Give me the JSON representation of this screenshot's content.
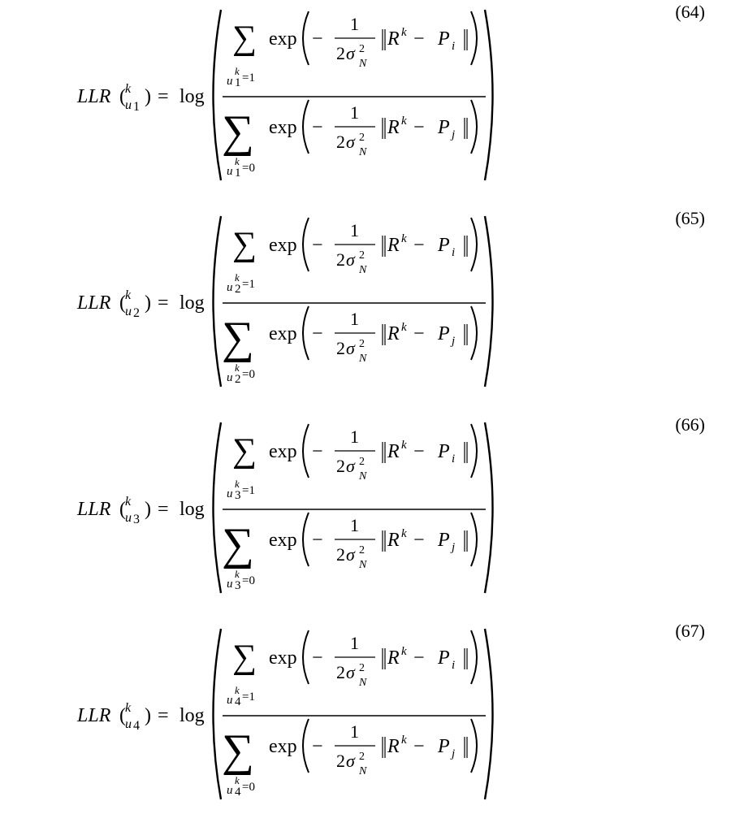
{
  "equations": [
    {
      "number": "(64)",
      "lhs_function": "LLR",
      "lhs_open": "(",
      "lhs_var": "u",
      "lhs_superscript": "k",
      "lhs_subscript": "1",
      "lhs_close": ")",
      "equals": "=",
      "log": "log",
      "numerator": {
        "sum_limit_var": "u",
        "sum_limit_sup": "k",
        "sum_limit_sub": "1",
        "sum_limit_value": "=1",
        "exp": "exp",
        "minus": "−",
        "frac_num": "1",
        "frac_den_coef": "2",
        "frac_den_sigma": "σ",
        "frac_den_sup": "2",
        "frac_den_sub": "N",
        "norm_R": "R",
        "norm_R_sup": "k",
        "norm_minus": "−",
        "norm_P": "P",
        "norm_P_sub": "i"
      },
      "denominator": {
        "sum_limit_var": "u",
        "sum_limit_sup": "k",
        "sum_limit_sub": "1",
        "sum_limit_value": "=0",
        "exp": "exp",
        "minus": "−",
        "frac_num": "1",
        "frac_den_coef": "2",
        "frac_den_sigma": "σ",
        "frac_den_sup": "2",
        "frac_den_sub": "N",
        "norm_R": "R",
        "norm_R_sup": "k",
        "norm_minus": "−",
        "norm_P": "P",
        "norm_P_sub": "j"
      }
    },
    {
      "number": "(65)",
      "lhs_function": "LLR",
      "lhs_open": "(",
      "lhs_var": "u",
      "lhs_superscript": "k",
      "lhs_subscript": "2",
      "lhs_close": ")",
      "equals": "=",
      "log": "log",
      "numerator": {
        "sum_limit_var": "u",
        "sum_limit_sup": "k",
        "sum_limit_sub": "2",
        "sum_limit_value": "=1",
        "exp": "exp",
        "minus": "−",
        "frac_num": "1",
        "frac_den_coef": "2",
        "frac_den_sigma": "σ",
        "frac_den_sup": "2",
        "frac_den_sub": "N",
        "norm_R": "R",
        "norm_R_sup": "k",
        "norm_minus": "−",
        "norm_P": "P",
        "norm_P_sub": "i"
      },
      "denominator": {
        "sum_limit_var": "u",
        "sum_limit_sup": "k",
        "sum_limit_sub": "2",
        "sum_limit_value": "=0",
        "exp": "exp",
        "minus": "−",
        "frac_num": "1",
        "frac_den_coef": "2",
        "frac_den_sigma": "σ",
        "frac_den_sup": "2",
        "frac_den_sub": "N",
        "norm_R": "R",
        "norm_R_sup": "k",
        "norm_minus": "−",
        "norm_P": "P",
        "norm_P_sub": "j"
      }
    },
    {
      "number": "(66)",
      "lhs_function": "LLR",
      "lhs_open": "(",
      "lhs_var": "u",
      "lhs_superscript": "k",
      "lhs_subscript": "3",
      "lhs_close": ")",
      "equals": "=",
      "log": "log",
      "numerator": {
        "sum_limit_var": "u",
        "sum_limit_sup": "k",
        "sum_limit_sub": "3",
        "sum_limit_value": "=1",
        "exp": "exp",
        "minus": "−",
        "frac_num": "1",
        "frac_den_coef": "2",
        "frac_den_sigma": "σ",
        "frac_den_sup": "2",
        "frac_den_sub": "N",
        "norm_R": "R",
        "norm_R_sup": "k",
        "norm_minus": "−",
        "norm_P": "P",
        "norm_P_sub": "i"
      },
      "denominator": {
        "sum_limit_var": "u",
        "sum_limit_sup": "k",
        "sum_limit_sub": "3",
        "sum_limit_value": "=0",
        "exp": "exp",
        "minus": "−",
        "frac_num": "1",
        "frac_den_coef": "2",
        "frac_den_sigma": "σ",
        "frac_den_sup": "2",
        "frac_den_sub": "N",
        "norm_R": "R",
        "norm_R_sup": "k",
        "norm_minus": "−",
        "norm_P": "P",
        "norm_P_sub": "j"
      }
    },
    {
      "number": "(67)",
      "lhs_function": "LLR",
      "lhs_open": "(",
      "lhs_var": "u",
      "lhs_superscript": "k",
      "lhs_subscript": "4",
      "lhs_close": ")",
      "equals": "=",
      "log": "log",
      "numerator": {
        "sum_limit_var": "u",
        "sum_limit_sup": "k",
        "sum_limit_sub": "4",
        "sum_limit_value": "=1",
        "exp": "exp",
        "minus": "−",
        "frac_num": "1",
        "frac_den_coef": "2",
        "frac_den_sigma": "σ",
        "frac_den_sup": "2",
        "frac_den_sub": "N",
        "norm_R": "R",
        "norm_R_sup": "k",
        "norm_minus": "−",
        "norm_P": "P",
        "norm_P_sub": "i"
      },
      "denominator": {
        "sum_limit_var": "u",
        "sum_limit_sup": "k",
        "sum_limit_sub": "4",
        "sum_limit_value": "=0",
        "exp": "exp",
        "minus": "−",
        "frac_num": "1",
        "frac_den_coef": "2",
        "frac_den_sigma": "σ",
        "frac_den_sup": "2",
        "frac_den_sub": "N",
        "norm_R": "R",
        "norm_R_sup": "k",
        "norm_minus": "−",
        "norm_P": "P",
        "norm_P_sub": "j"
      }
    }
  ]
}
